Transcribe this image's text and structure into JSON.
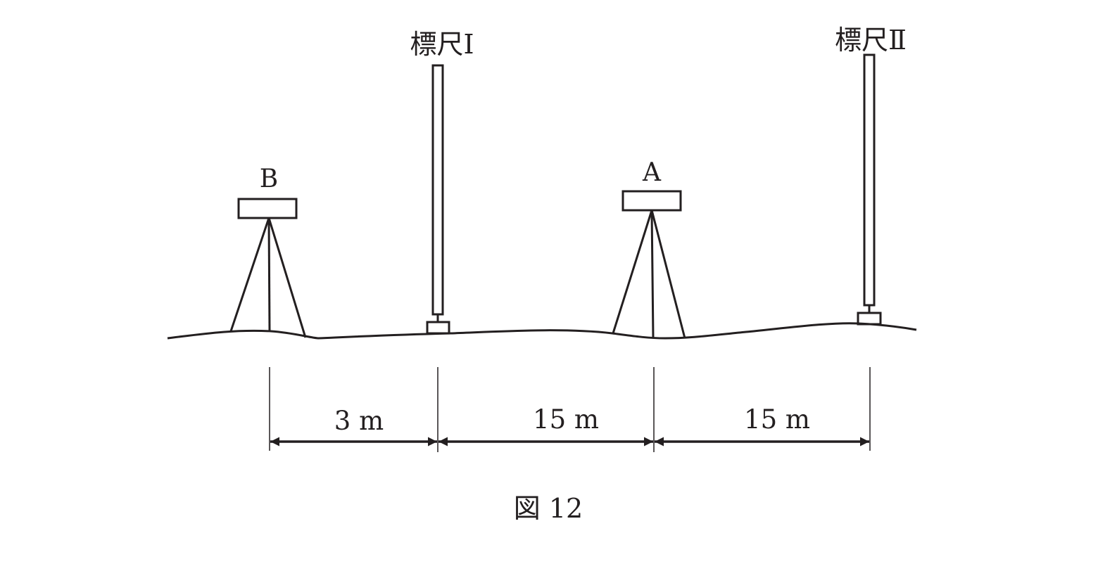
{
  "labels": {
    "staff_1": "標尺Ⅰ",
    "staff_2": "標尺Ⅱ",
    "level_b": "B",
    "level_a": "A"
  },
  "distances": {
    "b_to_staff1": "3 m",
    "staff1_to_a": "15 m",
    "a_to_staff2": "15 m"
  },
  "caption": "図 12",
  "colors": {
    "ink": "#231f20",
    "background": "#ffffff"
  }
}
